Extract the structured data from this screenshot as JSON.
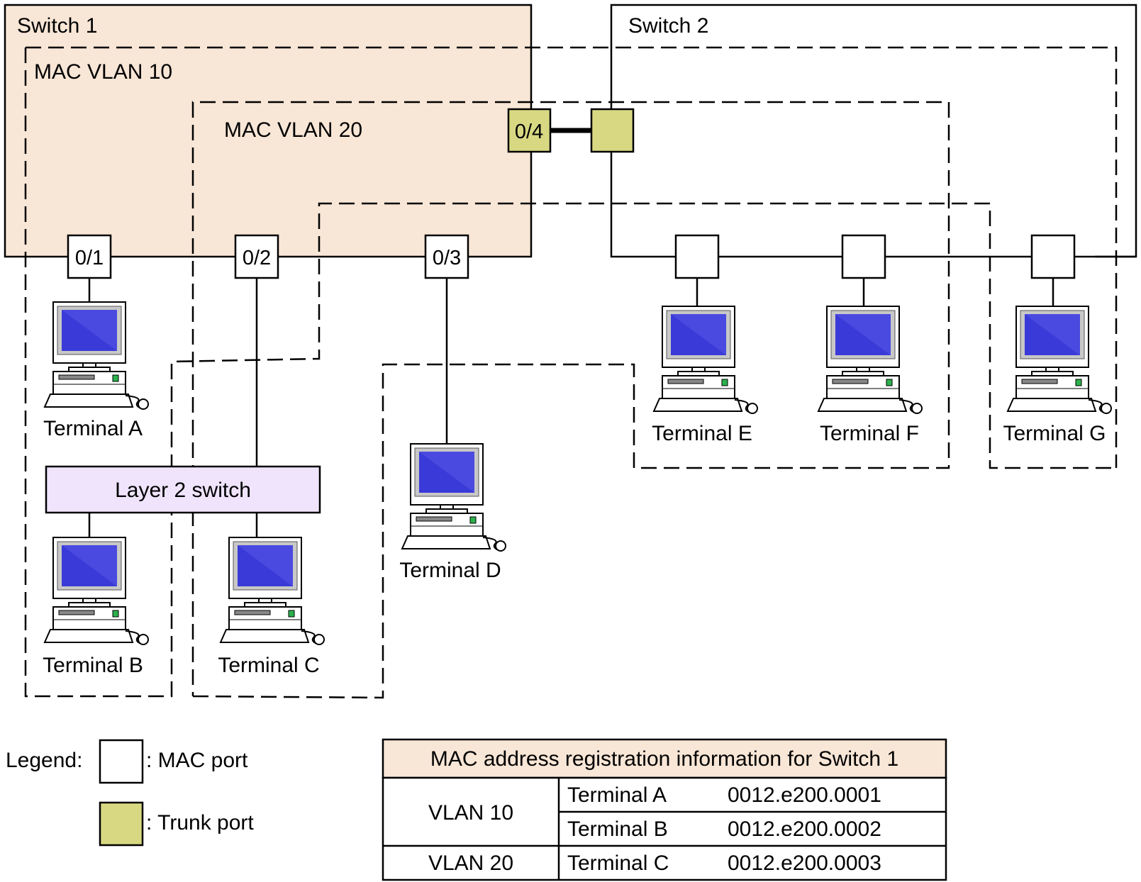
{
  "colors": {
    "switch1_fill": "#f8e6d6",
    "trunk_port_fill": "#d8d882",
    "mac_port_fill": "#ffffff",
    "l2switch_fill": "#efe4fc",
    "table_header_fill": "#f8e6d6",
    "monitor_screen": "#3a3ad8",
    "line": "#000000"
  },
  "switch1": {
    "label": "Switch 1"
  },
  "switch2": {
    "label": "Switch 2"
  },
  "vlan_zones": {
    "vlan10": {
      "label": "MAC VLAN 10"
    },
    "vlan20": {
      "label": "MAC VLAN 20"
    }
  },
  "ports": {
    "p01": "0/1",
    "p02": "0/2",
    "p03": "0/3",
    "p04": "0/4"
  },
  "layer2_switch": {
    "label": "Layer 2 switch"
  },
  "terminals": {
    "a": "Terminal A",
    "b": "Terminal B",
    "c": "Terminal C",
    "d": "Terminal D",
    "e": "Terminal E",
    "f": "Terminal F",
    "g": "Terminal G"
  },
  "legend": {
    "title": "Legend:",
    "mac_port": ": MAC port",
    "trunk_port": ": Trunk port"
  },
  "mac_table": {
    "title": "MAC address registration information for Switch 1",
    "rows": [
      {
        "vlan": "VLAN 10",
        "terminal": "Terminal A",
        "mac": "0012.e200.0001"
      },
      {
        "vlan": "",
        "terminal": "Terminal B",
        "mac": "0012.e200.0002"
      },
      {
        "vlan": "VLAN 20",
        "terminal": "Terminal C",
        "mac": "0012.e200.0003"
      }
    ]
  }
}
